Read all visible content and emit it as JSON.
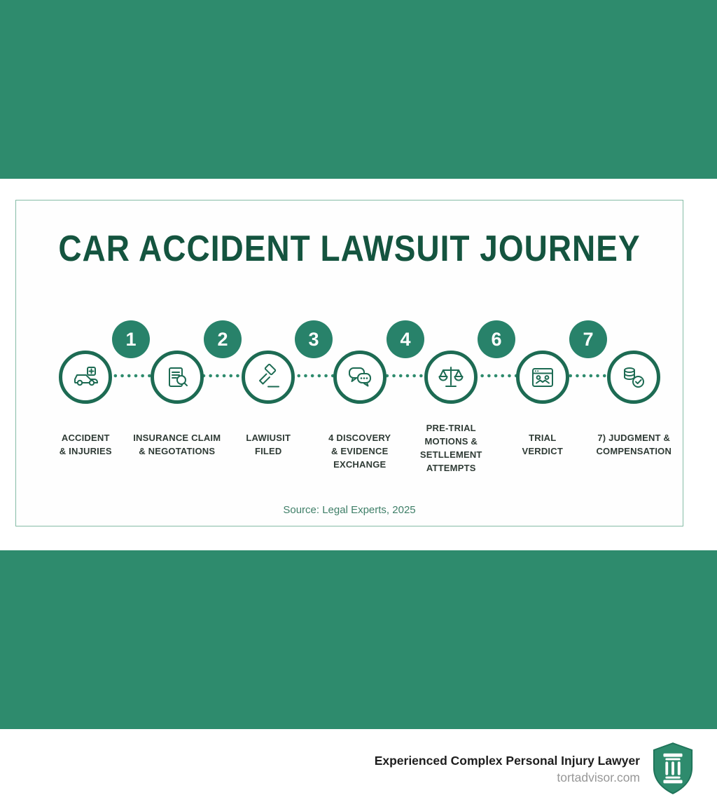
{
  "colors": {
    "band_green": "#2e8b6d",
    "badge_green": "#28826a",
    "ring_green": "#1d6b53",
    "title_green": "#14543f",
    "label_dark": "#2f3b35",
    "source_green": "#3f7f68"
  },
  "infographic": {
    "title": "CAR ACCIDENT LAWSUIT JOURNEY",
    "badges": [
      "1",
      "2",
      "3",
      "4",
      "6",
      "7"
    ],
    "steps": [
      {
        "icon": "car-accident-icon",
        "label": "ACCIDENT\n& INJURIES"
      },
      {
        "icon": "insurance-claim-icon",
        "label": "INSURANCE CLAIM\n& NEGOTATIONS"
      },
      {
        "icon": "lawsuit-gavel-icon",
        "label": "LAWIUSIT\nFILED"
      },
      {
        "icon": "discovery-chat-icon",
        "label": "4 DISCOVERY\n& EVIDENCE\nEXCHANGE"
      },
      {
        "icon": "pretrial-scales-icon",
        "label": "PRE-TRIAL\nMOTIONS &\nSETLLEMENT\nATTEMPTS"
      },
      {
        "icon": "trial-verdict-icon",
        "label": "TRIAL\nVERDICT"
      },
      {
        "icon": "judgment-coins-icon",
        "label": "7) JUDGMENT &\nCOMPENSATION"
      }
    ],
    "source": "Source: Legal Experts, 2025"
  },
  "footer": {
    "tagline": "Experienced Complex Personal Injury Lawyer",
    "website": "tortadvisor.com",
    "logo": "tort-advisor-shield-logo"
  }
}
